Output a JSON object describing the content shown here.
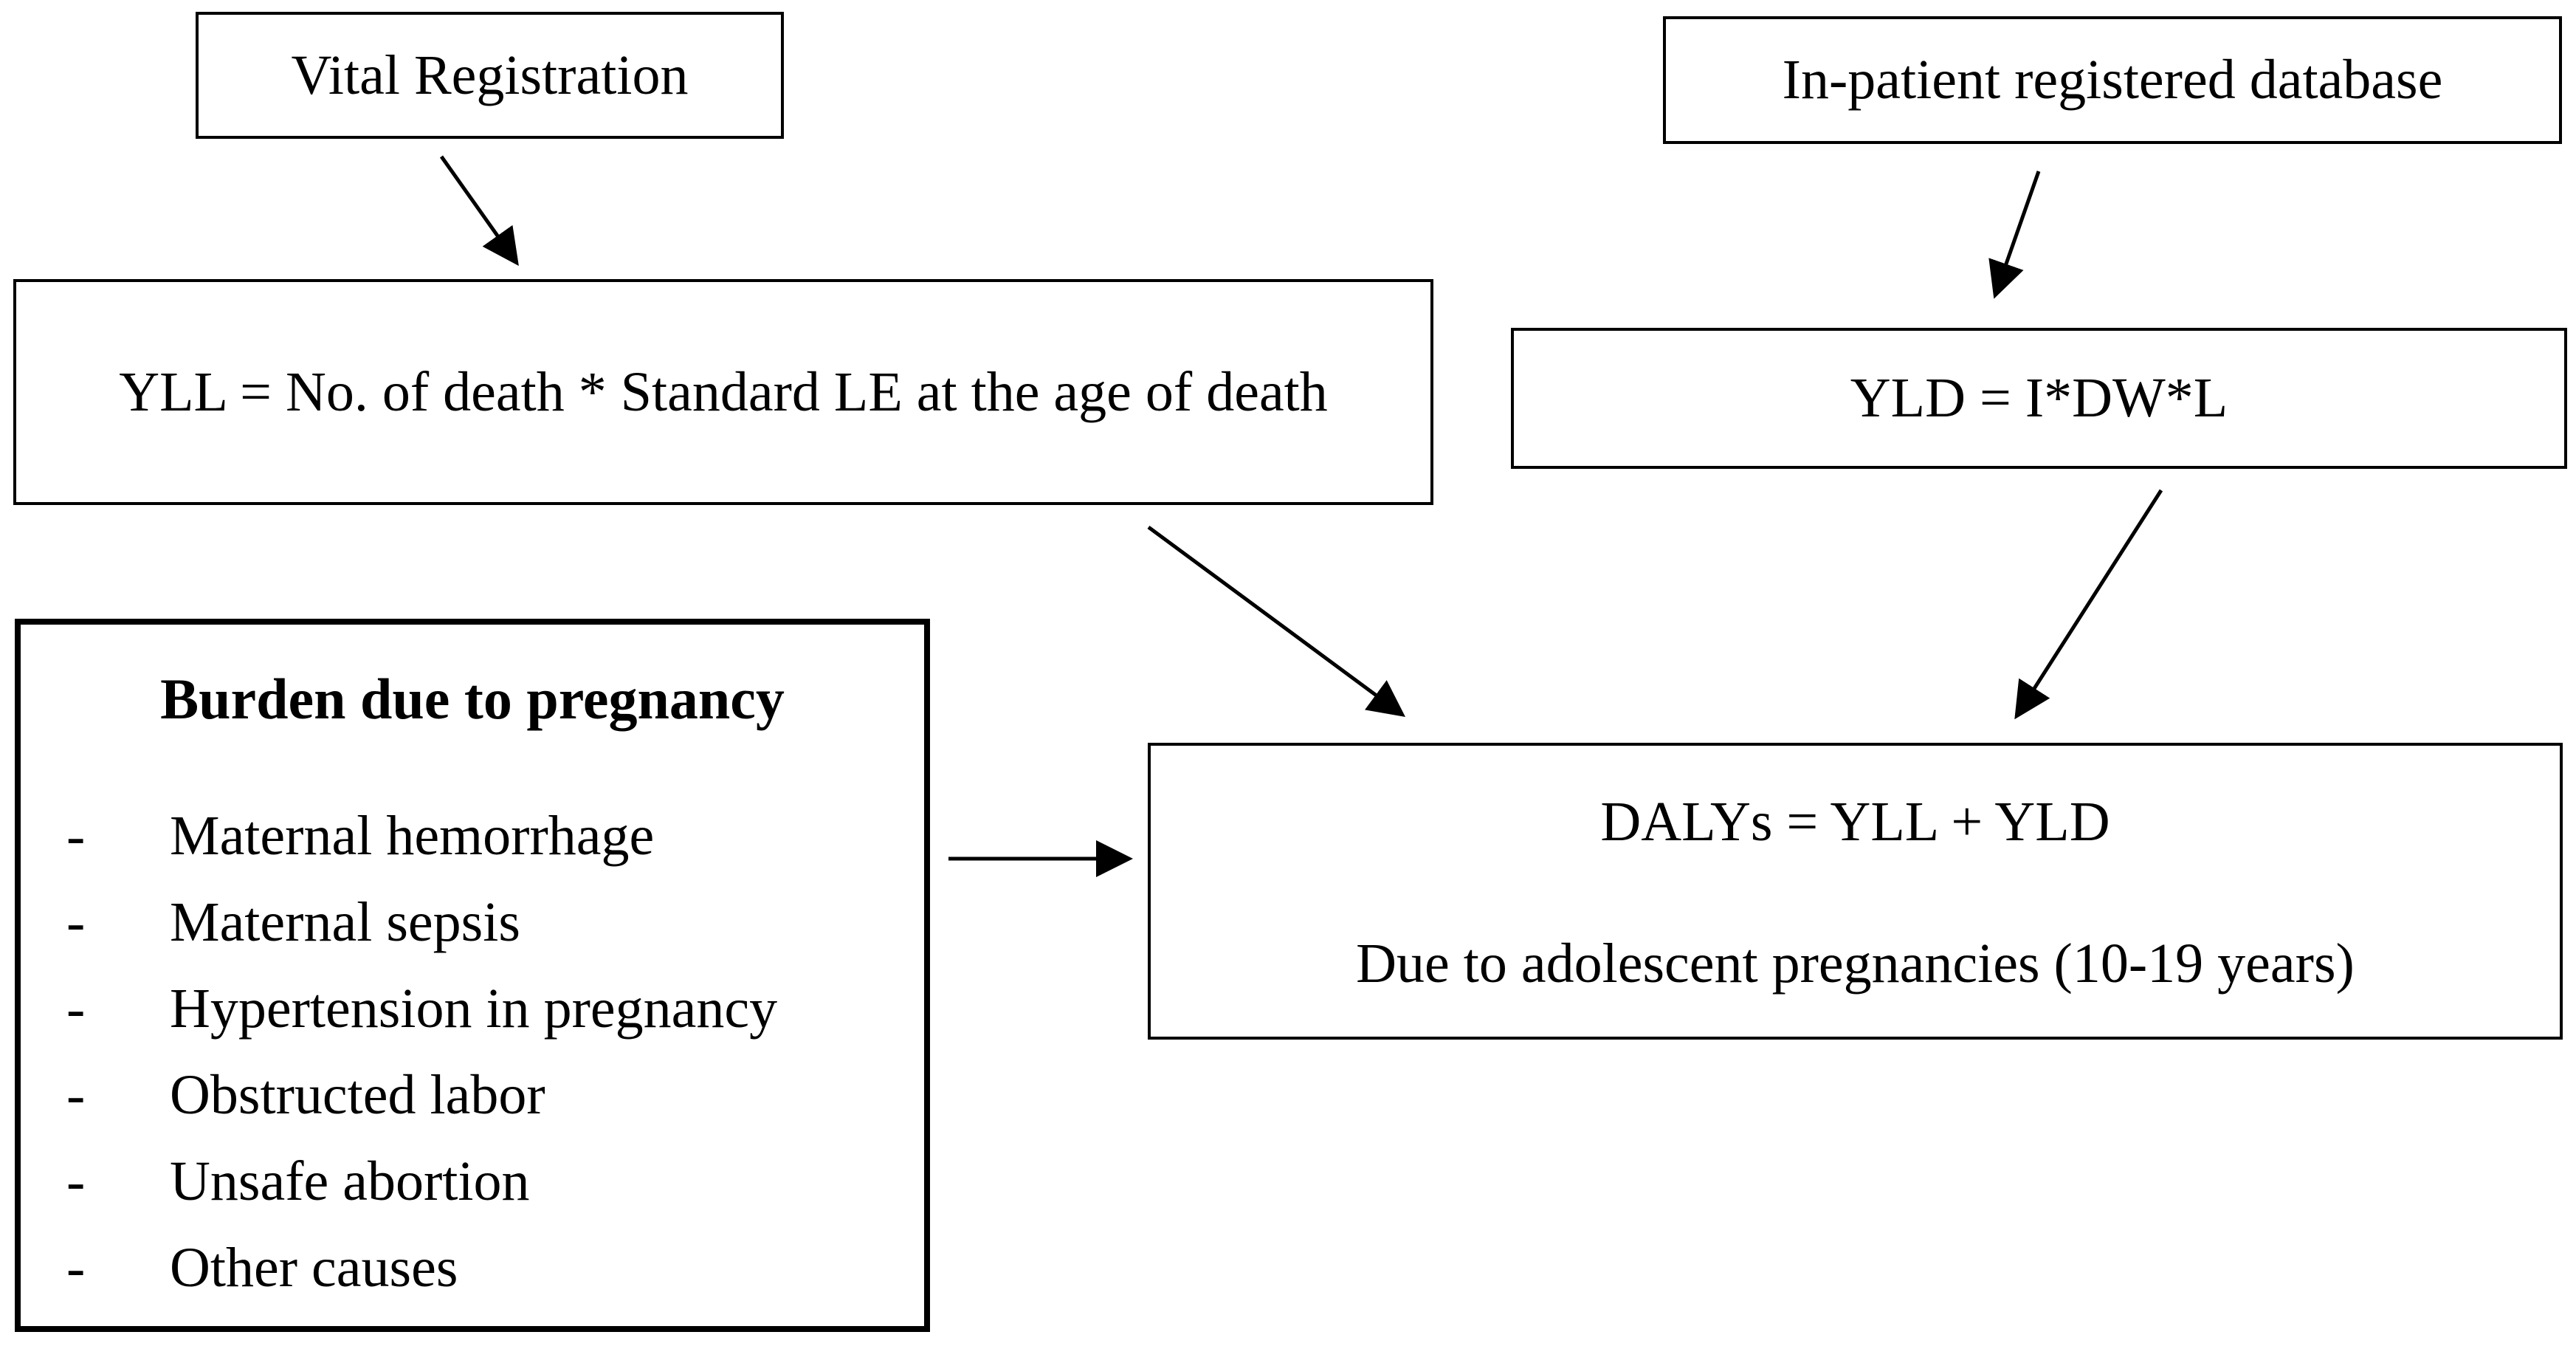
{
  "diagram": {
    "vital_registration": "Vital Registration",
    "inpatient_database": "In-patient registered database",
    "yll_formula": "YLL = No. of death * Standard LE at the age of death",
    "yld_formula": "YLD = I*DW*L",
    "dalys_formula": "DALYs = YLL + YLD",
    "dalys_subtitle": "Due to adolescent pregnancies (10-19 years)",
    "burden": {
      "title": "Burden due to pregnancy",
      "bullet": "-",
      "causes": [
        "Maternal hemorrhage",
        "Maternal sepsis",
        "Hypertension in pregnancy",
        "Obstructed labor",
        "Unsafe abortion",
        "Other causes"
      ]
    }
  }
}
